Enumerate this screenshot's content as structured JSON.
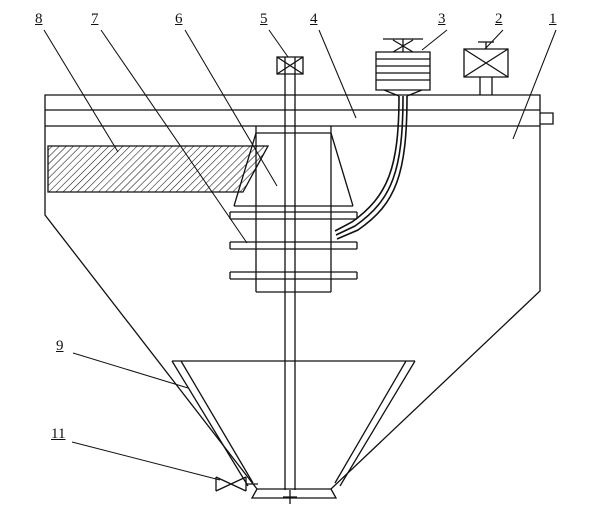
{
  "colors": {
    "line": "#111111",
    "background": "#ffffff"
  },
  "diagram": {
    "kind": "engineering-sectional-line-drawing",
    "callouts": [
      {
        "label": "8"
      },
      {
        "label": "7"
      },
      {
        "label": "6"
      },
      {
        "label": "5"
      },
      {
        "label": "4"
      },
      {
        "label": "3"
      },
      {
        "label": "2"
      },
      {
        "label": "1"
      },
      {
        "label": "9"
      },
      {
        "label": "11"
      }
    ]
  }
}
